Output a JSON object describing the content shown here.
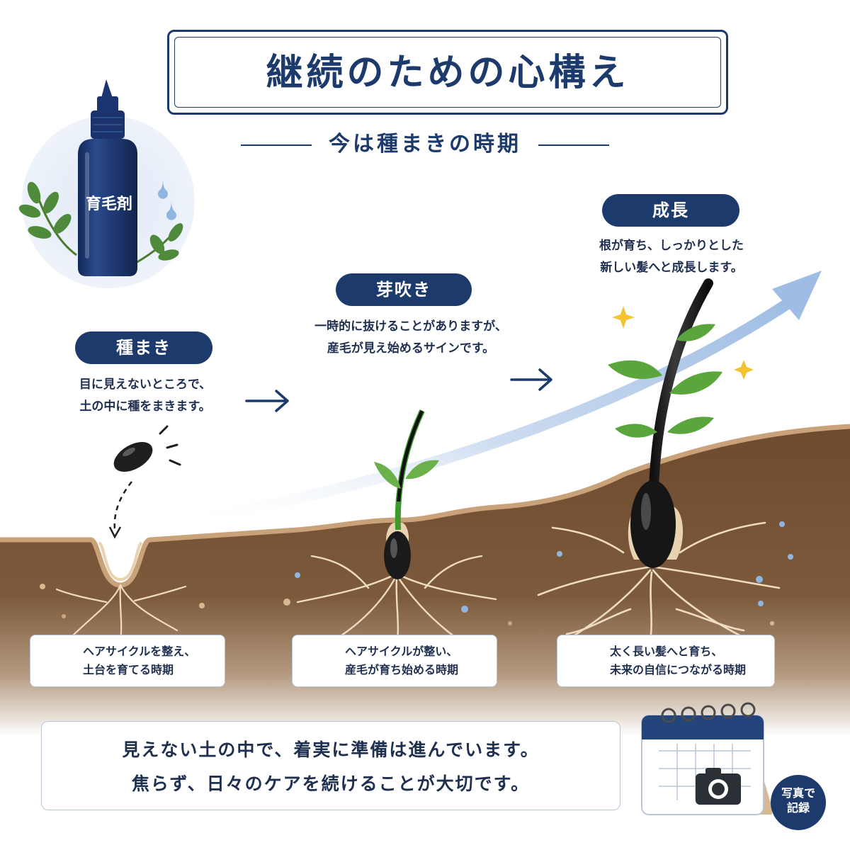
{
  "title": "継続のための心構え",
  "subtitle": "今は種まきの時期",
  "product": {
    "label": "育毛剤"
  },
  "stages": [
    {
      "label": "種まき",
      "desc_1": "目に見えないところで、",
      "desc_2": "土の中に種をまきます。"
    },
    {
      "label": "芽吹き",
      "desc_1": "一時的に抜けることがありますが、",
      "desc_2": "産毛が見え始めるサインです。"
    },
    {
      "label": "成長",
      "desc_1": "根が育ち、しっかりとした",
      "desc_2": "新しい髪へと成長します。"
    }
  ],
  "cards": [
    {
      "line_1": "ヘアサイクルを整え、",
      "line_2": "土台を育てる時期"
    },
    {
      "line_1": "ヘアサイクルが整い、",
      "line_2": "産毛が育ち始める時期"
    },
    {
      "line_1": "太く長い髪へと育ち、",
      "line_2": "未来の自信につながる時期"
    }
  ],
  "message": {
    "line_1": "見えない土の中で、着実に準備は進んでいます。",
    "line_2": "焦らず、日々のケアを続けることが大切です。"
  },
  "record_badge": {
    "line_1": "写真で",
    "line_2": "記録"
  },
  "colors": {
    "navy": "#1c3a6b",
    "soil": "#7a5233",
    "soil_surface": "#c9a27a",
    "leaf_green": "#3f8a2f",
    "growth_arrow": "#a9c4e6"
  },
  "icons": [
    "leaf-sprig-icon",
    "water-drop-icon",
    "seed-icon",
    "sparkle-icon",
    "calendar-icon",
    "camera-icon",
    "arrow-right-icon",
    "curved-growth-arrow-icon"
  ]
}
